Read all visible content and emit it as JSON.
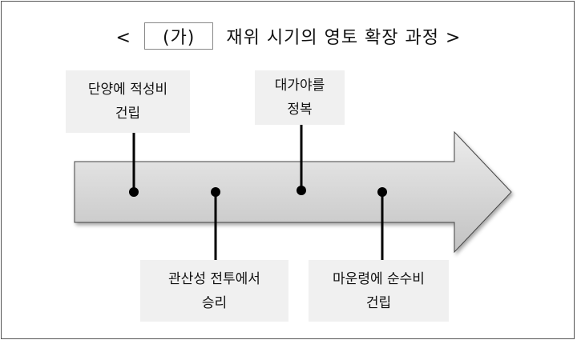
{
  "title": {
    "prefix": "<",
    "blank": "(가)",
    "text": "재위 시기의 영토 확장 과정",
    "suffix": ">"
  },
  "events": [
    {
      "line1": "단양에 적성비",
      "line2": "건립",
      "position": "top"
    },
    {
      "line1": "관산성 전투에서",
      "line2": "승리",
      "position": "bottom"
    },
    {
      "line1": "대가야를",
      "line2": "정복",
      "position": "top"
    },
    {
      "line1": "마운령에 순수비",
      "line2": "건립",
      "position": "bottom"
    }
  ],
  "colors": {
    "arrow_light": "#e6e6e6",
    "arrow_dark": "#c4c4c4",
    "box": "#f0f0f0"
  }
}
